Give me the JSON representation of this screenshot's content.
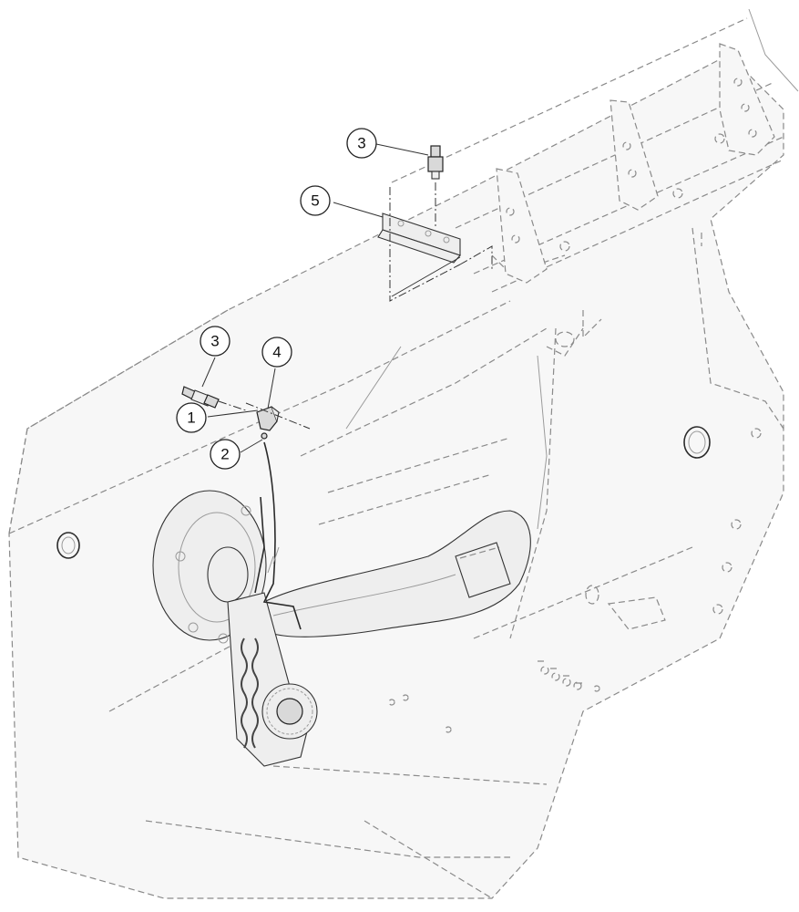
{
  "callouts": [
    {
      "id": "callout-3-top",
      "label": "3"
    },
    {
      "id": "callout-5",
      "label": "5"
    },
    {
      "id": "callout-3-left",
      "label": "3"
    },
    {
      "id": "callout-4",
      "label": "4"
    },
    {
      "id": "callout-1",
      "label": "1"
    },
    {
      "id": "callout-2",
      "label": "2"
    }
  ]
}
